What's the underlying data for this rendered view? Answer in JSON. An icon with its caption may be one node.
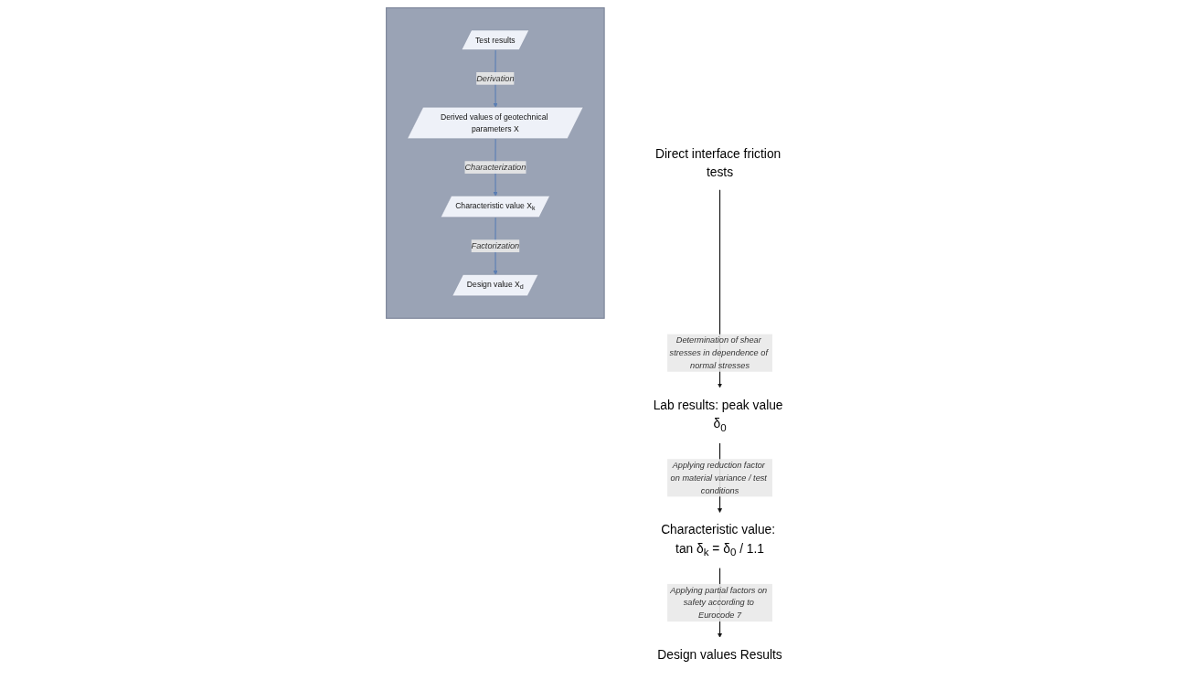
{
  "diagram": {
    "nodes": [
      {
        "text": [],
        "shape": "box"
      },
      {
        "text": [
          "Test results"
        ],
        "in": 0
      },
      {
        "text": [
          "Derived values of geotechnical parameters X"
        ],
        "in": 0
      },
      {
        "text": [
          "Characteristic value X$_{k}$"
        ],
        "in": 0
      },
      {
        "text": [
          "Design value X$_{d}$"
        ],
        "in": 0
      },
      {
        "text": [
          "Direct interface friction tests"
        ]
      },
      {
        "text": [
          "Lab results: peak value δ$_{0}$"
        ]
      },
      {
        "text": [
          "Characteristic value: tan δ$_{k}$ = δ$_{0}$ / 1.1"
        ]
      },
      {
        "text": [
          "Design values Results"
        ]
      }
    ],
    "edges": [
      {
        "from": 1,
        "to": 2,
        "arrow": "to",
        "label": "Derivation",
        "color": "#5b7fb5"
      },
      {
        "from": 2,
        "to": 3,
        "arrow": "to",
        "label": "Characterization",
        "color": "#5b7fb5"
      },
      {
        "from": 3,
        "to": 4,
        "arrow": "to",
        "label": "Factorization",
        "color": "#5b7fb5"
      },
      {
        "from": 5,
        "to": 6,
        "arrow": "to",
        "label": "Determination of shear stresses in dependence of normal stresses",
        "color": "#111111"
      },
      {
        "from": 6,
        "to": 7,
        "arrow": "to",
        "label": "Applying reduction factor on material variance / test conditions",
        "color": "#111111"
      },
      {
        "from": 7,
        "to": 8,
        "arrow": "to",
        "label": "Applying partial factors on safety according to Eurocode 7",
        "color": "#111111"
      }
    ]
  }
}
